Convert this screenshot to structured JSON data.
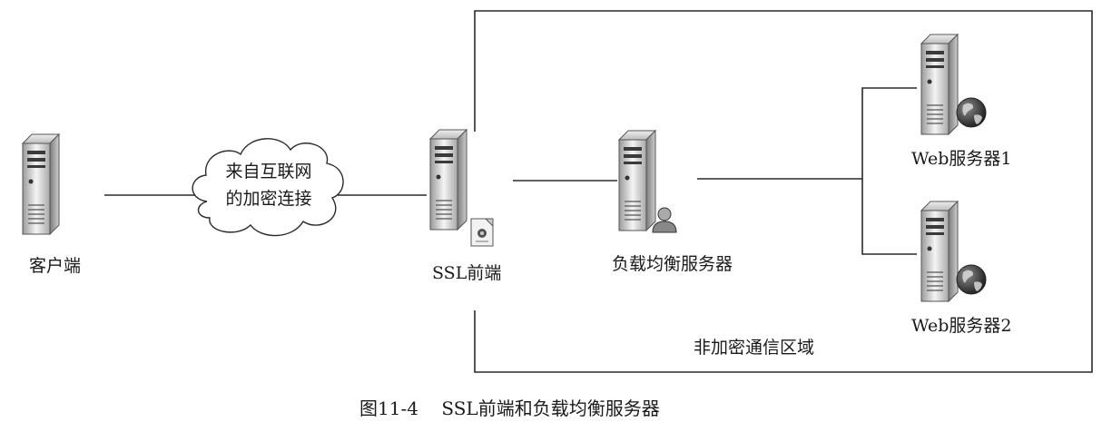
{
  "diagram": {
    "nodes": {
      "client": {
        "label": "客户端",
        "icon": "server-icon"
      },
      "cloud": {
        "line1": "来自互联网",
        "line2": "的加密连接",
        "icon": "cloud-icon"
      },
      "ssl_frontend": {
        "label": "SSL前端",
        "icon": "server-certificate-icon"
      },
      "load_balancer": {
        "label": "负载均衡服务器",
        "icon": "server-user-icon"
      },
      "web1": {
        "label": "Web服务器1",
        "icon": "server-globe-icon"
      },
      "web2": {
        "label": "Web服务器2",
        "icon": "server-globe-icon"
      }
    },
    "zone_label": "非加密通信区域",
    "caption": {
      "number": "图11-4",
      "title": "SSL前端和负载均衡服务器"
    }
  }
}
